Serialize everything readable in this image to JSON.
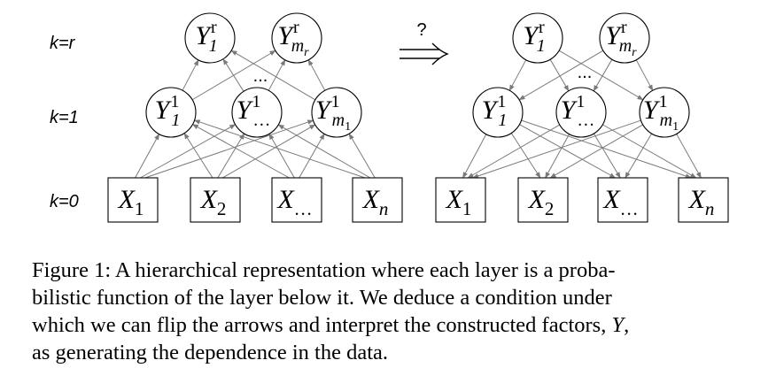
{
  "levels": {
    "top": "k=r",
    "mid": "k=1",
    "bottom": "k=0"
  },
  "nodes": {
    "x": [
      {
        "base": "X",
        "sub": "1"
      },
      {
        "base": "X",
        "sub": "2"
      },
      {
        "base": "X",
        "sub": "…"
      },
      {
        "base": "X",
        "sub": "n"
      }
    ],
    "y1": [
      {
        "base": "Y",
        "sup": "1",
        "sub": "1"
      },
      {
        "base": "Y",
        "sup": "1",
        "sub": "…"
      },
      {
        "base": "Y",
        "sup": "1",
        "sub": "m",
        "subsub": "1"
      }
    ],
    "yr": [
      {
        "base": "Y",
        "sup": "r",
        "sub": "1"
      },
      {
        "base": "Y",
        "sup": "r",
        "sub": "m",
        "subsub": "r"
      }
    ]
  },
  "ellipsis": "...",
  "transition": {
    "question": "?",
    "arrow": "⟹"
  },
  "caption": {
    "lines": [
      "Figure 1: A hierarchical representation where each layer is a proba-",
      "bilistic function of the layer below it. We deduce a condition under",
      "which we can flip the arrows and interpret the constructed factors, ",
      "as generating the dependence in the data."
    ],
    "var": "Y",
    "line3_tail": ","
  }
}
